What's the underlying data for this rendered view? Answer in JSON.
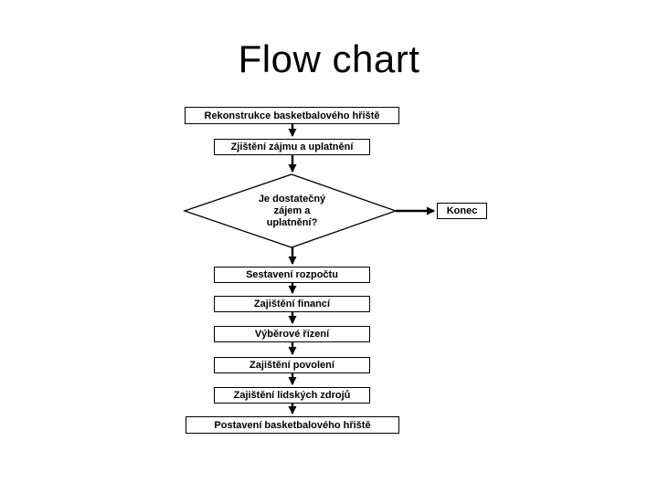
{
  "title": "Flow chart",
  "flowchart": {
    "nodes": {
      "start": {
        "label": "Rekonstrukce basketbalového hřiště"
      },
      "step1": {
        "label": "Zjištění zájmu a uplatnění"
      },
      "decision": {
        "lines": [
          "Je dostatečný",
          "zájem a",
          "uplatnění?"
        ]
      },
      "konec": {
        "label": "Konec"
      },
      "step2": {
        "label": "Sestavení rozpočtu"
      },
      "step3": {
        "label": "Zajištění financí"
      },
      "step4": {
        "label": "Výběrové řízení"
      },
      "step5": {
        "label": "Zajištění povolení"
      },
      "step6": {
        "label": "Zajištění lidských zdrojů"
      },
      "end": {
        "label": "Postavení basketbalového hřiště"
      }
    },
    "colors": {
      "line": "#000000",
      "shape_fill": "#ffffff",
      "text": "#000000",
      "background": "#ffffff"
    }
  }
}
